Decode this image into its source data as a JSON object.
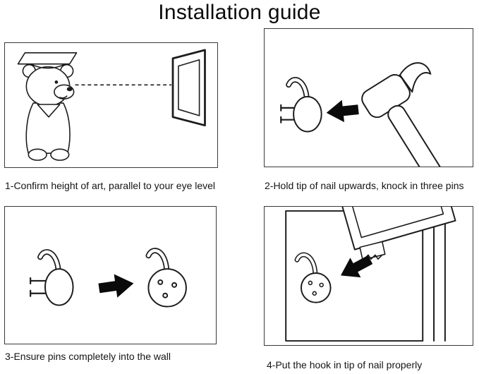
{
  "title": "Installation guide",
  "steps": [
    {
      "id": 1,
      "caption": "1-Confirm height of art, parallel to your eye level",
      "illustration": "bear-checking-eye-level-with-picture-frame"
    },
    {
      "id": 2,
      "caption": "2-Hold tip of nail upwards, knock in three pins",
      "illustration": "hammer-knocking-hook-pins"
    },
    {
      "id": 3,
      "caption": "3-Ensure pins completely into the wall",
      "illustration": "hook-pins-before-and-after"
    },
    {
      "id": 4,
      "caption": "4-Put the hook in tip of nail properly",
      "illustration": "frame-hanger-onto-wall-hook"
    }
  ],
  "colors": {
    "background": "#ffffff",
    "line": "#1c1c1c",
    "arrow": "#0a0a0a",
    "panel_border": "#3a3a3a"
  }
}
